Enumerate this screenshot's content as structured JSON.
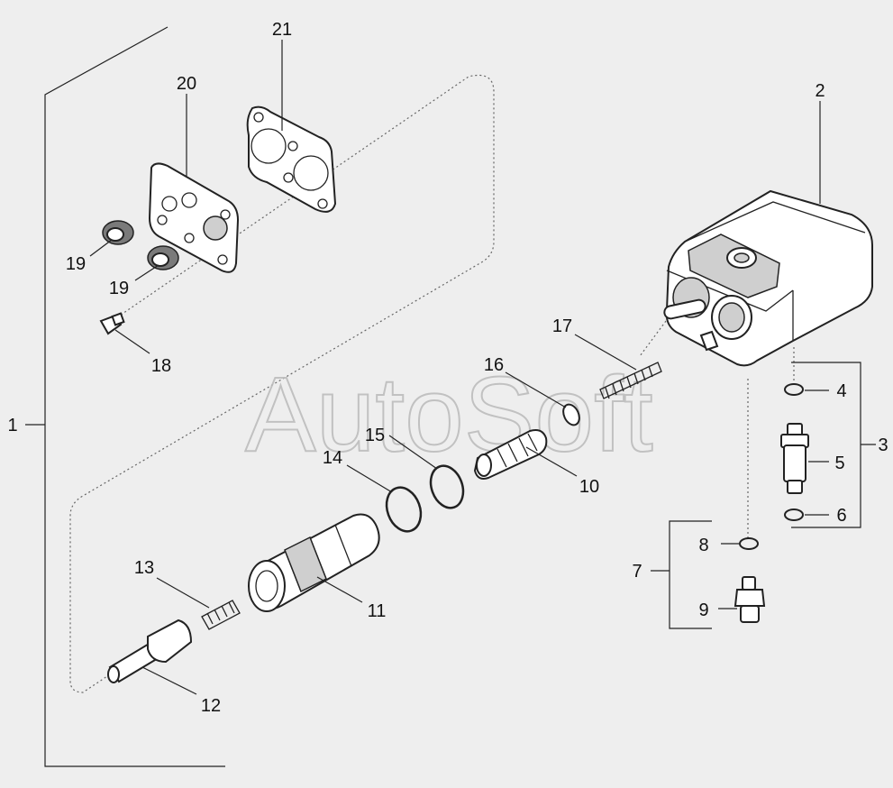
{
  "watermark": "AutoSoft",
  "labels": {
    "l1": "1",
    "l2": "2",
    "l3": "3",
    "l4": "4",
    "l5": "5",
    "l6": "6",
    "l7": "7",
    "l8": "8",
    "l9": "9",
    "l10": "10",
    "l11": "11",
    "l12": "12",
    "l13": "13",
    "l14": "14",
    "l15": "15",
    "l16": "16",
    "l17": "17",
    "l18": "18",
    "l19a": "19",
    "l19b": "19",
    "l20": "20",
    "l21": "21"
  }
}
